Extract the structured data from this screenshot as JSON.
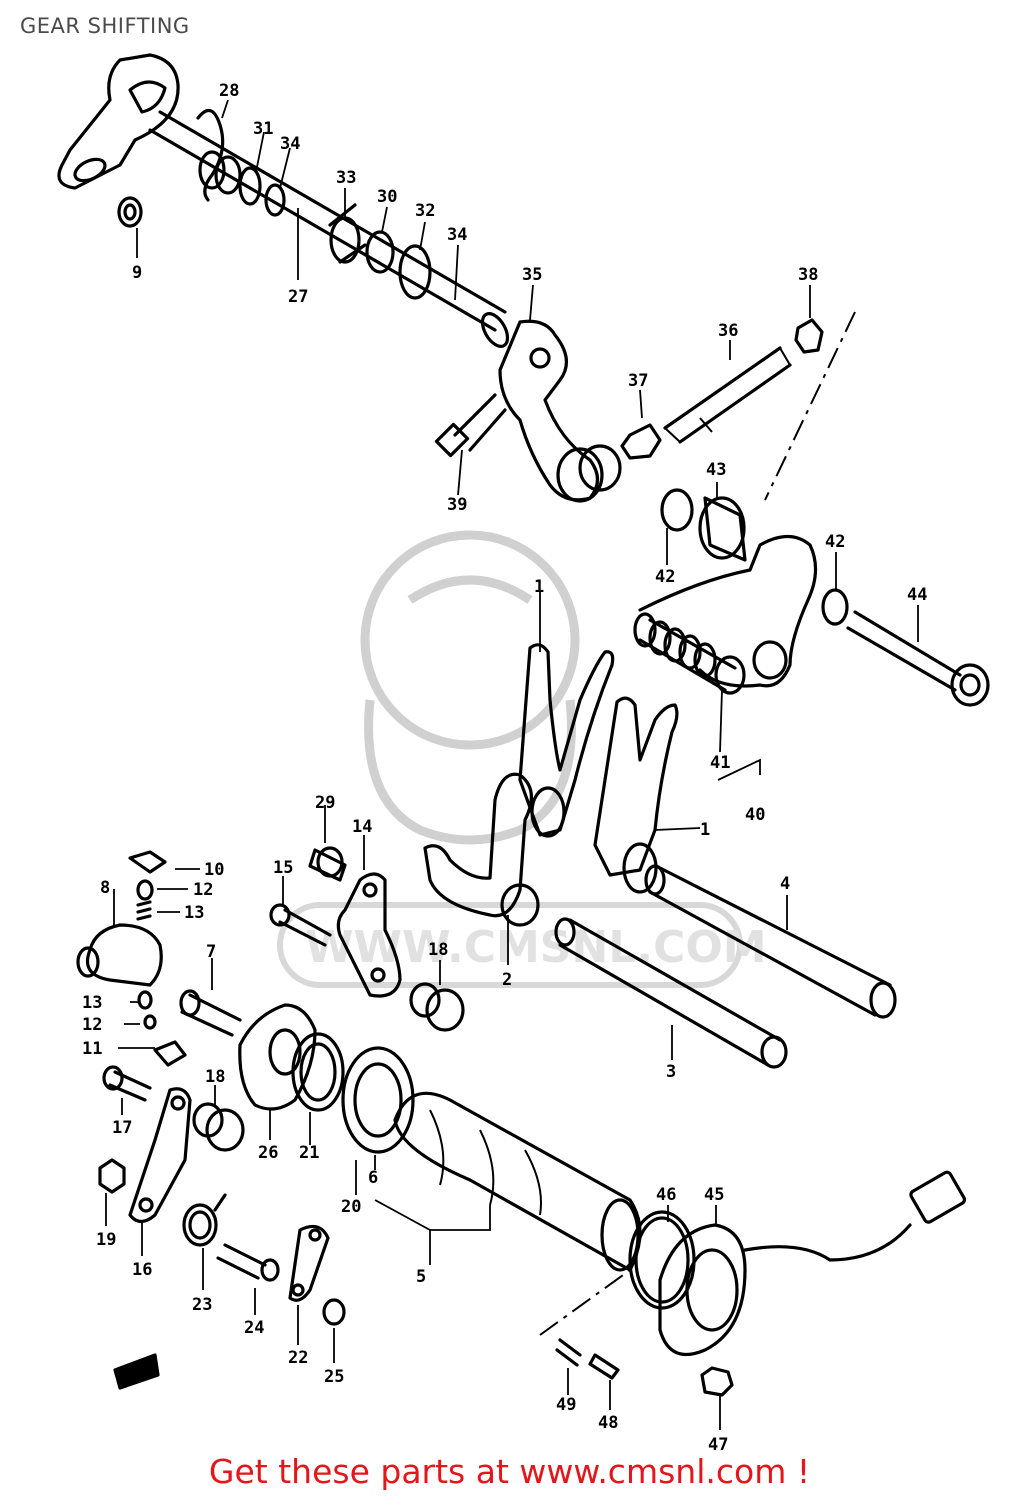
{
  "title": "GEAR SHIFTING",
  "footer": "Get these parts at www.cmsnl.com !",
  "watermark": "WWW.CMSNL.COM",
  "colors": {
    "footer": "#e3161b",
    "title": "#4a4a4a",
    "watermark": "#d6d6d6"
  },
  "callouts": [
    {
      "id": "28",
      "text": "28"
    },
    {
      "id": "31",
      "text": "31"
    },
    {
      "id": "34a",
      "text": "34"
    },
    {
      "id": "33",
      "text": "33"
    },
    {
      "id": "30",
      "text": "30"
    },
    {
      "id": "32",
      "text": "32"
    },
    {
      "id": "34b",
      "text": "34"
    },
    {
      "id": "9a",
      "text": "9"
    },
    {
      "id": "27",
      "text": "27"
    },
    {
      "id": "35",
      "text": "35"
    },
    {
      "id": "38",
      "text": "38"
    },
    {
      "id": "36",
      "text": "36"
    },
    {
      "id": "37",
      "text": "37"
    },
    {
      "id": "39",
      "text": "39"
    },
    {
      "id": "43",
      "text": "43"
    },
    {
      "id": "42a",
      "text": "42"
    },
    {
      "id": "42b",
      "text": "42"
    },
    {
      "id": "44",
      "text": "44"
    },
    {
      "id": "1a",
      "text": "1"
    },
    {
      "id": "41",
      "text": "41"
    },
    {
      "id": "40",
      "text": "40"
    },
    {
      "id": "1b",
      "text": "1"
    },
    {
      "id": "29",
      "text": "29"
    },
    {
      "id": "14",
      "text": "14"
    },
    {
      "id": "10",
      "text": "10"
    },
    {
      "id": "12a",
      "text": "12"
    },
    {
      "id": "13a",
      "text": "13"
    },
    {
      "id": "8",
      "text": "8"
    },
    {
      "id": "15",
      "text": "15"
    },
    {
      "id": "4",
      "text": "4"
    },
    {
      "id": "2",
      "text": "2"
    },
    {
      "id": "18a",
      "text": "18"
    },
    {
      "id": "7",
      "text": "7"
    },
    {
      "id": "13b",
      "text": "13"
    },
    {
      "id": "12b",
      "text": "12"
    },
    {
      "id": "11",
      "text": "11"
    },
    {
      "id": "3",
      "text": "3"
    },
    {
      "id": "18b",
      "text": "18"
    },
    {
      "id": "17",
      "text": "17"
    },
    {
      "id": "26",
      "text": "26"
    },
    {
      "id": "21",
      "text": "21"
    },
    {
      "id": "6",
      "text": "6"
    },
    {
      "id": "20",
      "text": "20"
    },
    {
      "id": "19",
      "text": "19"
    },
    {
      "id": "16",
      "text": "16"
    },
    {
      "id": "46",
      "text": "46"
    },
    {
      "id": "45",
      "text": "45"
    },
    {
      "id": "5",
      "text": "5"
    },
    {
      "id": "23",
      "text": "23"
    },
    {
      "id": "24",
      "text": "24"
    },
    {
      "id": "22",
      "text": "22"
    },
    {
      "id": "25",
      "text": "25"
    },
    {
      "id": "49",
      "text": "49"
    },
    {
      "id": "48",
      "text": "48"
    },
    {
      "id": "47",
      "text": "47"
    }
  ]
}
